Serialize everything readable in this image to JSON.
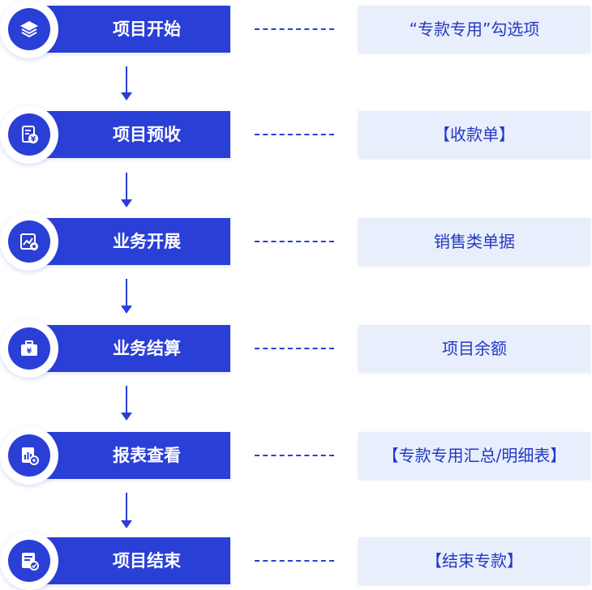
{
  "colors": {
    "primary": "#2a3fd6",
    "desc_bg": "#e8eefb",
    "desc_text": "#2339c4"
  },
  "steps": [
    {
      "label": "项目开始",
      "description": "“专款专用”勾选项",
      "icon": "layers-icon"
    },
    {
      "label": "项目预收",
      "description": "【收款单】",
      "icon": "receipt-icon"
    },
    {
      "label": "业务开展",
      "description": "销售类单据",
      "icon": "growth-chart-icon"
    },
    {
      "label": "业务结算",
      "description": "项目余额",
      "icon": "briefcase-icon"
    },
    {
      "label": "报表查看",
      "description": "【专款专用汇总/明细表】",
      "icon": "report-icon"
    },
    {
      "label": "项目结束",
      "description": "【结束专款】",
      "icon": "document-check-icon"
    }
  ]
}
